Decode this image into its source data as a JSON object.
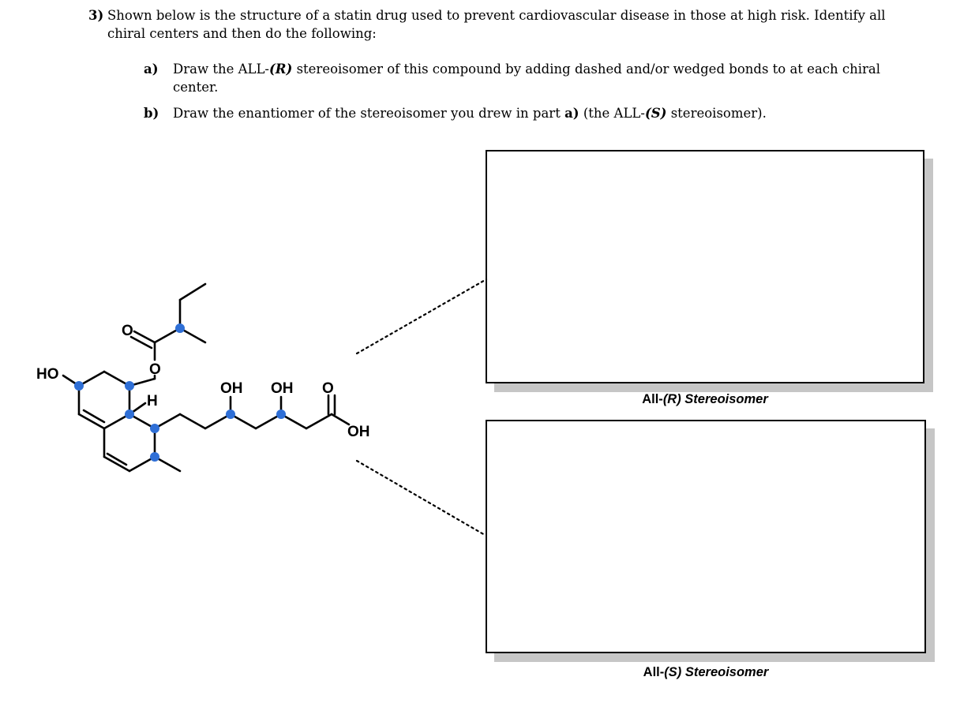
{
  "question": {
    "number": "3)",
    "intro": "Shown below is the structure of a statin drug used to prevent cardiovascular disease in those at high risk. Identify all chiral centers and then do the following:",
    "parts": [
      {
        "label": "a)",
        "text_pre": "Draw the ALL-",
        "emph": "(R)",
        "text_post": " stereoisomer of this compound by adding dashed and/or wedged bonds to at each chiral center."
      },
      {
        "label": "b)",
        "text_pre": "Draw the enantiomer of the stereoisomer you drew in part ",
        "ref": "a)",
        "text_mid": " (the ALL-",
        "emph": "(S)",
        "text_post": " stereoisomer)."
      }
    ]
  },
  "molecule": {
    "labels": {
      "ho_left": "HO",
      "ester_carbonyl_o": "O",
      "ester_o": "O",
      "h": "H",
      "oh1": "OH",
      "oh2": "OH",
      "acid_carbonyl_o": "O",
      "acid_oh": "OH"
    },
    "chiral_center_color": "#2f6fd6"
  },
  "boxes": [
    {
      "caption_prefix": "All-",
      "caption_emph": "(R) Stereoisomer"
    },
    {
      "caption_prefix": "All-",
      "caption_emph": "(S) Stereoisomer"
    }
  ]
}
